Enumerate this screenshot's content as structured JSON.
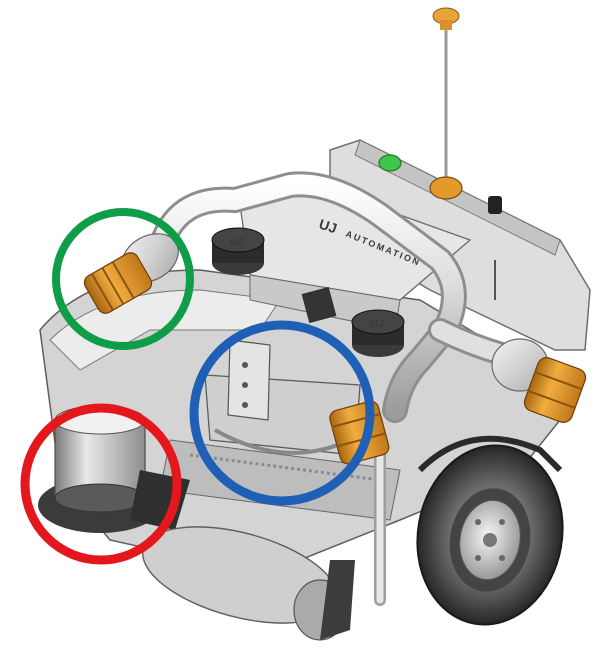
{
  "render": {
    "brand_mark": "UJ",
    "brand_text": "AUTOMATION",
    "knob_left_mark": "UJ",
    "knob_right_mark": "UJ"
  },
  "annotations": [
    {
      "name": "green-highlight-circle",
      "color": "#0f9d48"
    },
    {
      "name": "blue-highlight-circle",
      "color": "#1f5fb5"
    },
    {
      "name": "red-highlight-circle",
      "color": "#e3171c"
    }
  ],
  "colors": {
    "body_grey": "#d9d9d9",
    "tube_silver": "#e4e4e4",
    "connector_orange": "#e39a2b",
    "button_green": "#3ec64a",
    "tire_dark": "#2f2f2f"
  }
}
